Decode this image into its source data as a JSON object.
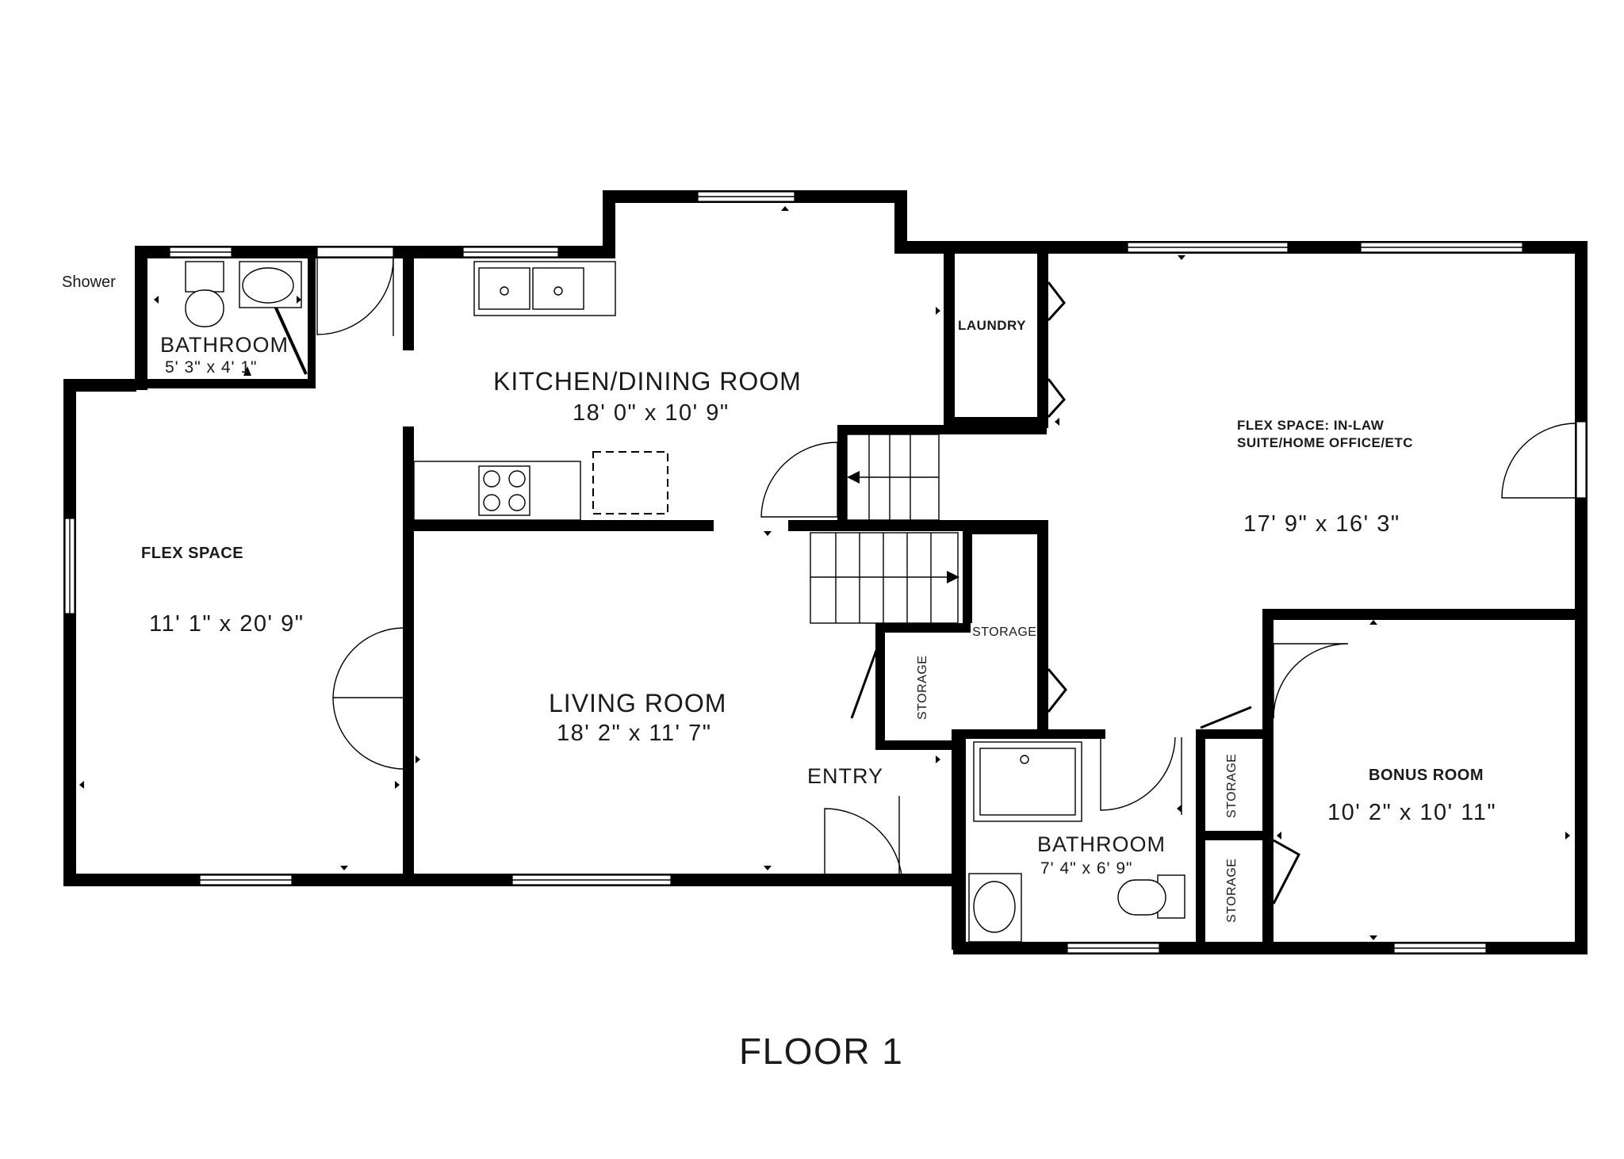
{
  "floor_title": "FLOOR 1",
  "note": "Shower",
  "rooms": {
    "bathroom_small": {
      "name": "BATHROOM",
      "dims": "5' 3\" x 4' 1\""
    },
    "kitchen_dining": {
      "name": "KITCHEN/DINING ROOM",
      "dims": "18' 0\" x 10' 9\""
    },
    "laundry": {
      "name": "LAUNDRY"
    },
    "flex_suite": {
      "name_line1": "FLEX SPACE: IN-LAW",
      "name_line2": "SUITE/HOME OFFICE/ETC",
      "dims": "17' 9\" x 16' 3\""
    },
    "flex_space": {
      "name": "FLEX SPACE",
      "dims": "11' 1\" x 20' 9\""
    },
    "living_room": {
      "name": "LIVING ROOM",
      "dims": "18' 2\" x 11' 7\""
    },
    "entry": {
      "name": "ENTRY"
    },
    "storage_upper": {
      "name": "STORAGE"
    },
    "storage_stairs": {
      "name": "STORAGE"
    },
    "bathroom_large": {
      "name": "BATHROOM",
      "dims": "7' 4\" x 6' 9\""
    },
    "storage_mid": {
      "name": "STORAGE"
    },
    "storage_low": {
      "name": "STORAGE"
    },
    "bonus_room": {
      "name": "BONUS ROOM",
      "dims": "10' 2\" x 10' 11\""
    }
  }
}
